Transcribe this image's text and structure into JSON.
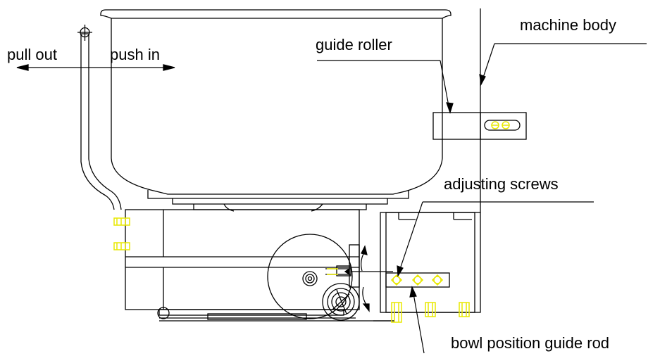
{
  "labels": {
    "pull_out": "pull out",
    "push_in": "push in",
    "guide_roller": "guide roller",
    "machine_body": "machine body",
    "adjusting_screws": "adjusting screws",
    "bowl_position_guide_rod": "bowl position guide rod"
  },
  "colors": {
    "line": "#000000",
    "fastener": "#e8e800",
    "background": "#ffffff"
  }
}
